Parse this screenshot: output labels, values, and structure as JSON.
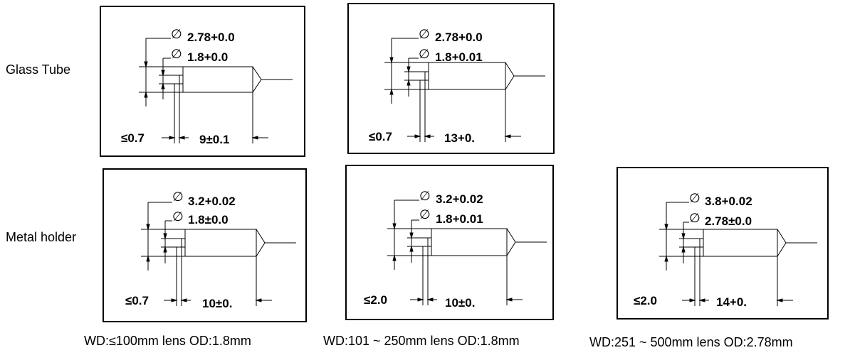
{
  "row_labels": {
    "glass": "Glass Tube",
    "metal": "Metal holder"
  },
  "diameter_symbol": "∅",
  "panels": [
    {
      "id": "glass-1",
      "outer_od": "2.78+0.0",
      "inner_od": "1.8+0.0",
      "gap": "≤0.7",
      "length": "9±0.1"
    },
    {
      "id": "glass-2",
      "outer_od": "2.78+0.0",
      "inner_od": "1.8+0.01",
      "gap": "≤0.7",
      "length": "13+0."
    },
    {
      "id": "metal-1",
      "outer_od": "3.2+0.02",
      "inner_od": "1.8±0.0",
      "gap": "≤0.7",
      "length": "10±0."
    },
    {
      "id": "metal-2",
      "outer_od": "3.2+0.02",
      "inner_od": "1.8+0.01",
      "gap": "≤2.0",
      "length": "10±0."
    },
    {
      "id": "metal-3",
      "outer_od": "3.8+0.02",
      "inner_od": "2.78±0.0",
      "gap": "≤2.0",
      "length": "14+0."
    }
  ],
  "captions": [
    "WD:≤100mm  lens OD:1.8mm",
    "WD:101 ~ 250mm  lens OD:1.8mm",
    "WD:251 ~  500mm  lens OD:2.78mm"
  ]
}
